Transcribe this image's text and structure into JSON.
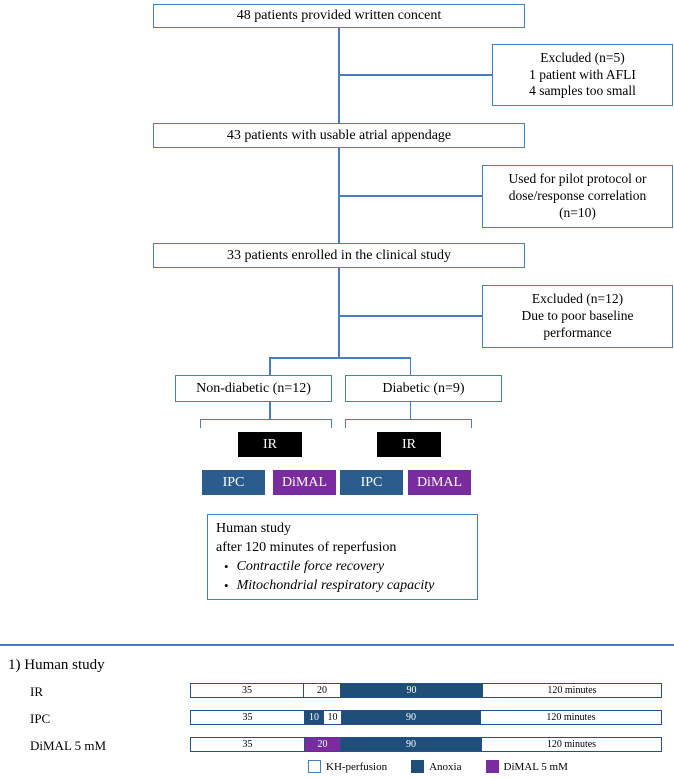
{
  "colors": {
    "box_border_blue": "#4a7ebb",
    "anoxia_blue": "#1f4e79",
    "ipc_blue": "#2a5c8e",
    "dimal_purple": "#7a2c9e",
    "ir_black": "#000000"
  },
  "flowchart": {
    "box1": "48 patients provided written concent",
    "excluded1": {
      "line1": "Excluded (n=5)",
      "line2": "1 patient with AFLI",
      "line3": "4 samples too small"
    },
    "box2": "43 patients with usable atrial appendage",
    "pilot": {
      "line1": "Used for pilot protocol or",
      "line2": "dose/response correlation",
      "line3": "(n=10)"
    },
    "box3": "33 patients enrolled in the clinical study",
    "excluded2": {
      "line1": "Excluded (n=12)",
      "line2": "Due to poor baseline",
      "line3": "performance"
    },
    "group_left": "Non-diabetic (n=12)",
    "group_right": "Diabetic (n=9)",
    "ir_label": "IR",
    "ipc_label": "IPC",
    "dimal_label": "DiMAL",
    "human_study": {
      "line1": "Human study",
      "line2": "after 120 minutes of reperfusion",
      "bullets": [
        "Contractile force recovery",
        "Mitochondrial respiratory capacity"
      ]
    }
  },
  "timeline": {
    "section_title": "1) Human study",
    "rows": [
      {
        "label": "IR",
        "segments": [
          {
            "text": "35",
            "minutes": 35,
            "type": "KH-perfusion"
          },
          {
            "text": "20",
            "minutes": 20,
            "type": "KH-perfusion"
          },
          {
            "text": "90",
            "minutes": 90,
            "type": "Anoxia"
          },
          {
            "text": "120 minutes",
            "minutes": 120,
            "type": "KH-perfusion"
          }
        ]
      },
      {
        "label": "IPC",
        "segments": [
          {
            "text": "35",
            "minutes": 35,
            "type": "KH-perfusion"
          },
          {
            "text": "10",
            "minutes": 10,
            "type": "Anoxia"
          },
          {
            "text": "10",
            "minutes": 10,
            "type": "KH-perfusion"
          },
          {
            "text": "90",
            "minutes": 90,
            "type": "Anoxia"
          },
          {
            "text": "120 minutes",
            "minutes": 120,
            "type": "KH-perfusion"
          }
        ]
      },
      {
        "label": "DiMAL 5 mM",
        "segments": [
          {
            "text": "35",
            "minutes": 35,
            "type": "KH-perfusion"
          },
          {
            "text": "20",
            "minutes": 20,
            "type": "DiMAL 5 mM"
          },
          {
            "text": "90",
            "minutes": 90,
            "type": "Anoxia"
          },
          {
            "text": "120 minutes",
            "minutes": 120,
            "type": "KH-perfusion"
          }
        ]
      }
    ],
    "legend": [
      {
        "label": "KH-perfusion"
      },
      {
        "label": "Anoxia"
      },
      {
        "label": "DiMAL 5 mM"
      }
    ]
  }
}
